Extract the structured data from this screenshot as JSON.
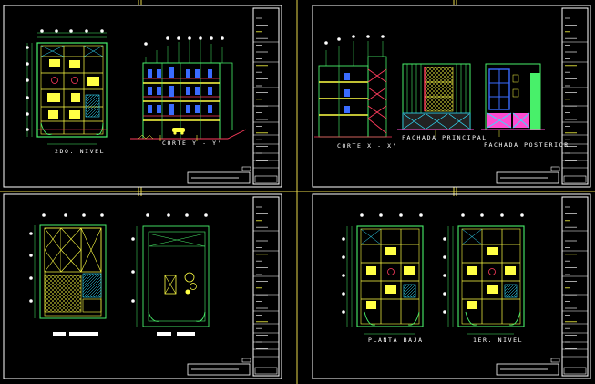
{
  "colors": {
    "background": "#000000",
    "sheet_border": "#ffffff",
    "separator": "#e8d84a",
    "wall_cyan": "#33e0ff",
    "wall_green": "#48f06a",
    "wall_yellow": "#ffff44",
    "accent_red": "#ff3b5c",
    "accent_blue": "#3a6bff",
    "accent_magenta": "#ff4cd2"
  },
  "sheets": [
    {
      "id": "top-left",
      "drawings": [
        {
          "kind": "floor-plan",
          "label": "2DO. NIVEL"
        },
        {
          "kind": "section",
          "label": "CORTE Y - Y'"
        }
      ]
    },
    {
      "id": "top-right",
      "drawings": [
        {
          "kind": "section",
          "label": "CORTE X - X'"
        },
        {
          "kind": "elevation",
          "label": "FACHADA PRINCIPAL"
        },
        {
          "kind": "elevation",
          "label": "FACHADA POSTERIOR"
        }
      ]
    },
    {
      "id": "bottom-left",
      "drawings": [
        {
          "kind": "structural-plan",
          "label": ""
        },
        {
          "kind": "roof-plan",
          "label": ""
        }
      ]
    },
    {
      "id": "bottom-right",
      "drawings": [
        {
          "kind": "floor-plan",
          "label": "PLANTA BAJA"
        },
        {
          "kind": "floor-plan",
          "label": "1ER. NIVEL"
        }
      ]
    }
  ]
}
